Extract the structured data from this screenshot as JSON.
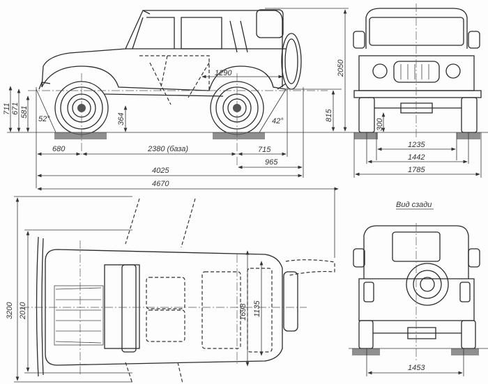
{
  "title": "Габаритные размеры автомобиля",
  "side_view": {
    "dims": {
      "roof_to_step": "1290",
      "overall_height": "2050",
      "front_h1": "711",
      "front_h2": "671",
      "front_h3": "581",
      "approach_angle": "52°",
      "ground_clearance_frame": "364",
      "departure_angle": "42°",
      "rear_height": "815",
      "front_overhang": "680",
      "wheelbase": "2380 (база)",
      "rear_overhang": "715",
      "rear_overhang_spare": "965",
      "length": "4025",
      "length_with_spare": "4670"
    }
  },
  "front_view": {
    "dims": {
      "clearance": "300",
      "track_inner": "1235",
      "track": "1442",
      "width": "1785"
    }
  },
  "top_view": {
    "dims": {
      "door_open_width": "3200",
      "width_mirrors": "2010",
      "cargo_length": "1698",
      "cargo_width": "1135"
    }
  },
  "rear_view": {
    "title": "Вид сзади",
    "dims": {
      "rear_track": "1453"
    }
  }
}
